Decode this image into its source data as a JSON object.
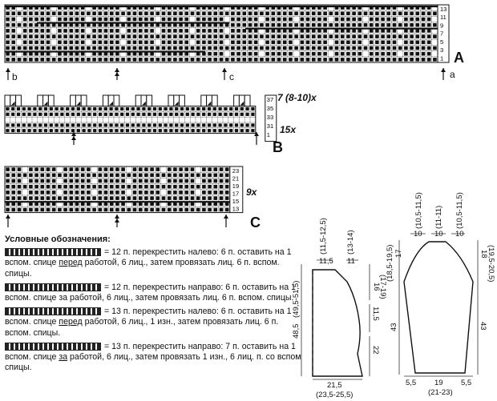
{
  "chartA": {
    "label": "A",
    "row_numbers": [
      "13",
      "11",
      "9",
      "7",
      "5",
      "3",
      "1"
    ],
    "markers": [
      "b",
      "c",
      "a"
    ]
  },
  "chartB": {
    "label": "B",
    "row_numbers": [
      "37",
      "35",
      "33",
      "31",
      "1"
    ],
    "repeat_top": "7 (8-10)x",
    "repeat_bottom": "15x"
  },
  "chartC": {
    "label": "C",
    "row_numbers": [
      "23",
      "21",
      "19",
      "17",
      "15",
      "13"
    ],
    "repeat": "9x"
  },
  "legend": {
    "title": "Условные обозначения:",
    "items": [
      {
        "pre": "= 12 п. перекрестить налево: 6 п. оставить на 1 вспом. спице ",
        "u": "перед",
        "post": " работой, 6 лиц., затем провязать лиц. 6 п. вспом. спицы."
      },
      {
        "pre": "= 12 п. перекрестить направо: 6 п. оставить на 1 вспом. спице за работой, 6 лиц., затем провязать лиц. 6 п. вспом. спицы.",
        "u": "",
        "post": ""
      },
      {
        "pre": "= 13 п. перекрестить налево: 6 п. оставить на 1 вспом. спице ",
        "u": "перед",
        "post": " работой, 6 лиц., 1 изн., затем провязать лиц. 6 п. вспом. спицы."
      },
      {
        "pre": "= 13 п. перекрестить направо: 7 п. оставить на 1 вспом. спице ",
        "u": "за",
        "post": " работой, 6 лиц., затем провязать 1 изн., 6 лиц. п. со вспом спицы."
      }
    ]
  },
  "schema_body": {
    "top_neck": "(11,5-12,5)",
    "top_shoulder": "(13-14)",
    "w_top_left": "11,5",
    "w_top_right": "11",
    "armhole_a": "16",
    "armhole_b": "(17-19)",
    "side_upper": "11,5",
    "side_lower": "22",
    "height_a": "48,5",
    "height_b": "(49,5-51,5)",
    "bottom_a": "21,5",
    "bottom_b": "(23,5-25,5)"
  },
  "schema_sleeve": {
    "top_left_v": "(10,5-11,5)",
    "top_mid_v": "(11-11)",
    "top_right_v": "(10,5-11,5)",
    "top_left": "10",
    "top_mid": "10",
    "top_right": "10",
    "cap_left_a": "(18,5-19,5)",
    "cap_left_b": "17",
    "cap_right_a": "18",
    "cap_right_b": "(19,5-20,5)",
    "height_left": "43",
    "height_right": "43",
    "bottom_left": "5,5",
    "bottom_mid": "19",
    "bottom_right": "5,5",
    "bottom_sub": "(21-23)"
  }
}
